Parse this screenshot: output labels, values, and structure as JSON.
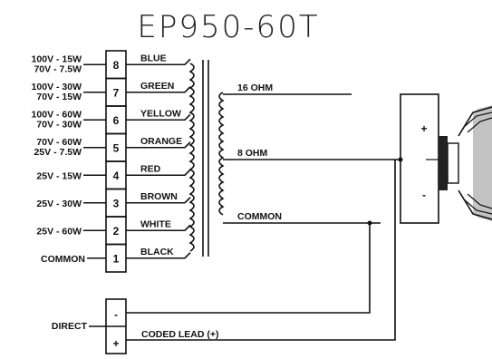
{
  "title": "EP950-60T",
  "taps": [
    {
      "num": "8",
      "color": "BLUE",
      "rating": [
        "100V - 15W",
        "70V - 7.5W"
      ]
    },
    {
      "num": "7",
      "color": "GREEN",
      "rating": [
        "100V - 30W",
        "70V - 15W"
      ]
    },
    {
      "num": "6",
      "color": "YELLOW",
      "rating": [
        "100V - 60W",
        "70V - 30W"
      ]
    },
    {
      "num": "5",
      "color": "ORANGE",
      "rating": [
        "70V - 60W",
        "25V - 7.5W"
      ]
    },
    {
      "num": "4",
      "color": "RED",
      "rating": [
        "25V - 15W"
      ]
    },
    {
      "num": "3",
      "color": "BROWN",
      "rating": [
        "25V - 30W"
      ]
    },
    {
      "num": "2",
      "color": "WHITE",
      "rating": [
        "25V - 60W"
      ]
    },
    {
      "num": "1",
      "color": "BLACK",
      "rating": [
        "COMMON"
      ]
    }
  ],
  "secondary": {
    "ohm16": "16 OHM",
    "ohm8": "8 OHM",
    "common": "COMMON"
  },
  "speaker": {
    "plus": "+",
    "minus": "-"
  },
  "direct": {
    "label": "DIRECT",
    "minus": "-",
    "plus": "+",
    "lead": "CODED LEAD (+)"
  }
}
